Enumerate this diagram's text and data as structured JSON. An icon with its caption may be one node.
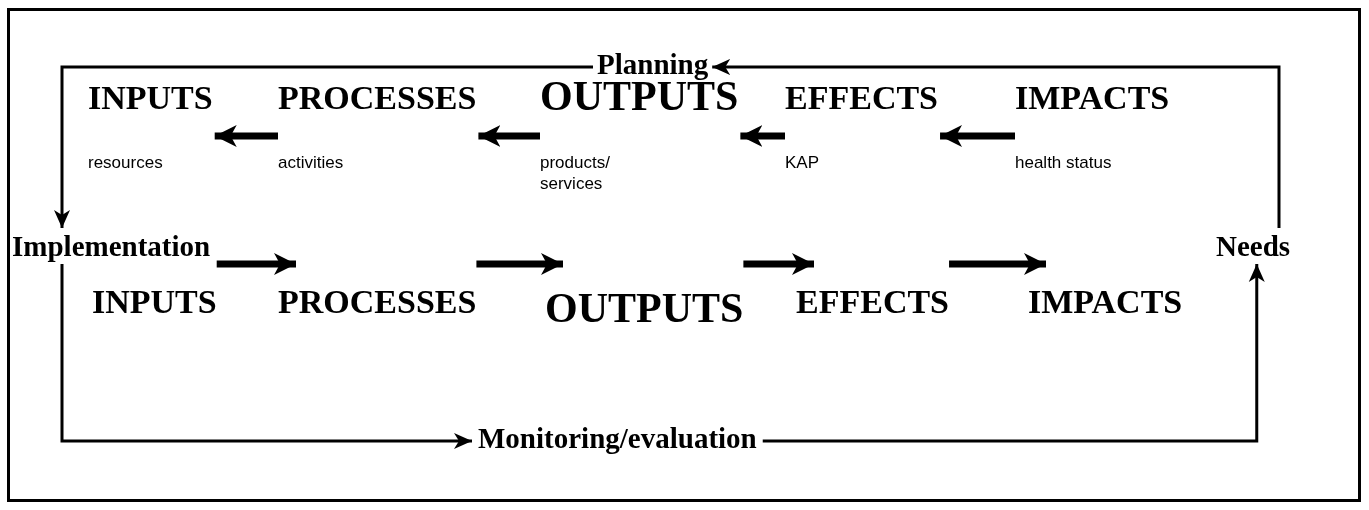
{
  "diagram": {
    "nodes": [
      {
        "text": [
          "Planning"
        ]
      },
      {
        "text": [
          "INPUTS"
        ],
        "beside": [
          "resources"
        ]
      },
      {
        "text": [
          "PROCESSES"
        ],
        "beside": [
          "activities"
        ]
      },
      {
        "text": [
          "OUTPUTS"
        ],
        "beside": [
          "products/ services"
        ]
      },
      {
        "text": [
          "EFFECTS"
        ],
        "beside": [
          "KAP"
        ]
      },
      {
        "text": [
          "IMPACTS"
        ],
        "beside": [
          "health status"
        ]
      },
      {
        "text": [
          "Implementation"
        ]
      },
      {
        "text": [
          "Needs"
        ]
      },
      {
        "text": [
          "INPUTS"
        ]
      },
      {
        "text": [
          "PROCESSES"
        ]
      },
      {
        "text": [
          "OUTPUTS"
        ]
      },
      {
        "text": [
          "EFFECTS"
        ]
      },
      {
        "text": [
          "IMPACTS"
        ]
      },
      {
        "text": [
          "Monitoring/evaluation"
        ]
      }
    ],
    "edges": [
      {
        "from": 7,
        "to": 0,
        "arrow": "to"
      },
      {
        "from": 0,
        "to": 6,
        "arrow": "to"
      },
      {
        "from": 6,
        "to": 13,
        "arrow": "to"
      },
      {
        "from": 13,
        "to": 7,
        "arrow": "to"
      },
      {
        "from": 2,
        "to": 1,
        "arrow": "to"
      },
      {
        "from": 3,
        "to": 2,
        "arrow": "to"
      },
      {
        "from": 4,
        "to": 3,
        "arrow": "to"
      },
      {
        "from": 5,
        "to": 4,
        "arrow": "to"
      },
      {
        "from": 8,
        "to": 9,
        "arrow": "to"
      },
      {
        "from": 9,
        "to": 10,
        "arrow": "to"
      },
      {
        "from": 10,
        "to": 11,
        "arrow": "to"
      },
      {
        "from": 11,
        "to": 12,
        "arrow": "to"
      }
    ]
  }
}
